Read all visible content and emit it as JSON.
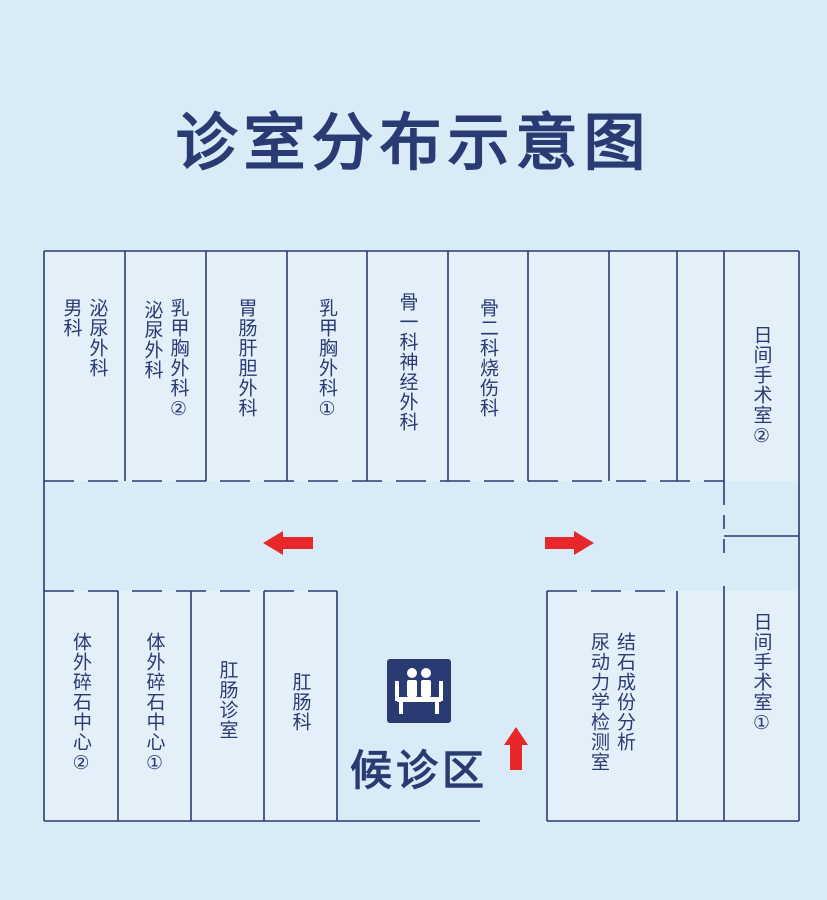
{
  "title": "诊室分布示意图",
  "rooms_top": [
    {
      "id": "urology",
      "lines": [
        "男科",
        "泌尿外科"
      ]
    },
    {
      "id": "breast2",
      "lines": [
        "泌尿外科",
        "乳甲胸外科②"
      ]
    },
    {
      "id": "gastro",
      "lines": [
        "胃肠肝胆外科"
      ]
    },
    {
      "id": "breast1",
      "lines": [
        "乳甲胸外科①"
      ]
    },
    {
      "id": "ortho1",
      "lines": [
        "骨一科神经外科"
      ]
    },
    {
      "id": "ortho2",
      "lines": [
        "骨二科烧伤科"
      ]
    }
  ],
  "rooms_bottom": [
    {
      "id": "lithotripsy2",
      "lines": [
        "体外碎石中心②"
      ]
    },
    {
      "id": "lithotripsy1",
      "lines": [
        "体外碎石中心①"
      ]
    },
    {
      "id": "anal_clinic",
      "lines": [
        "肛肠诊室"
      ]
    },
    {
      "id": "anal_dept",
      "lines": [
        "肛肠科"
      ]
    },
    {
      "id": "stone_analysis",
      "lines": [
        "结石成份分析",
        "尿动力学检测室"
      ]
    }
  ],
  "rooms_right": [
    {
      "id": "day_surgery2",
      "lines": [
        "日间手术室②"
      ]
    },
    {
      "id": "day_surgery1",
      "lines": [
        "日间手术室①"
      ]
    }
  ],
  "waiting_area": {
    "label": "候诊区",
    "icon": "waiting-seat-icon"
  },
  "colors": {
    "background": "#d8ebf7",
    "wall": "#2a3a73",
    "arrow": "#e8272b",
    "room": "#e4f1fa"
  }
}
